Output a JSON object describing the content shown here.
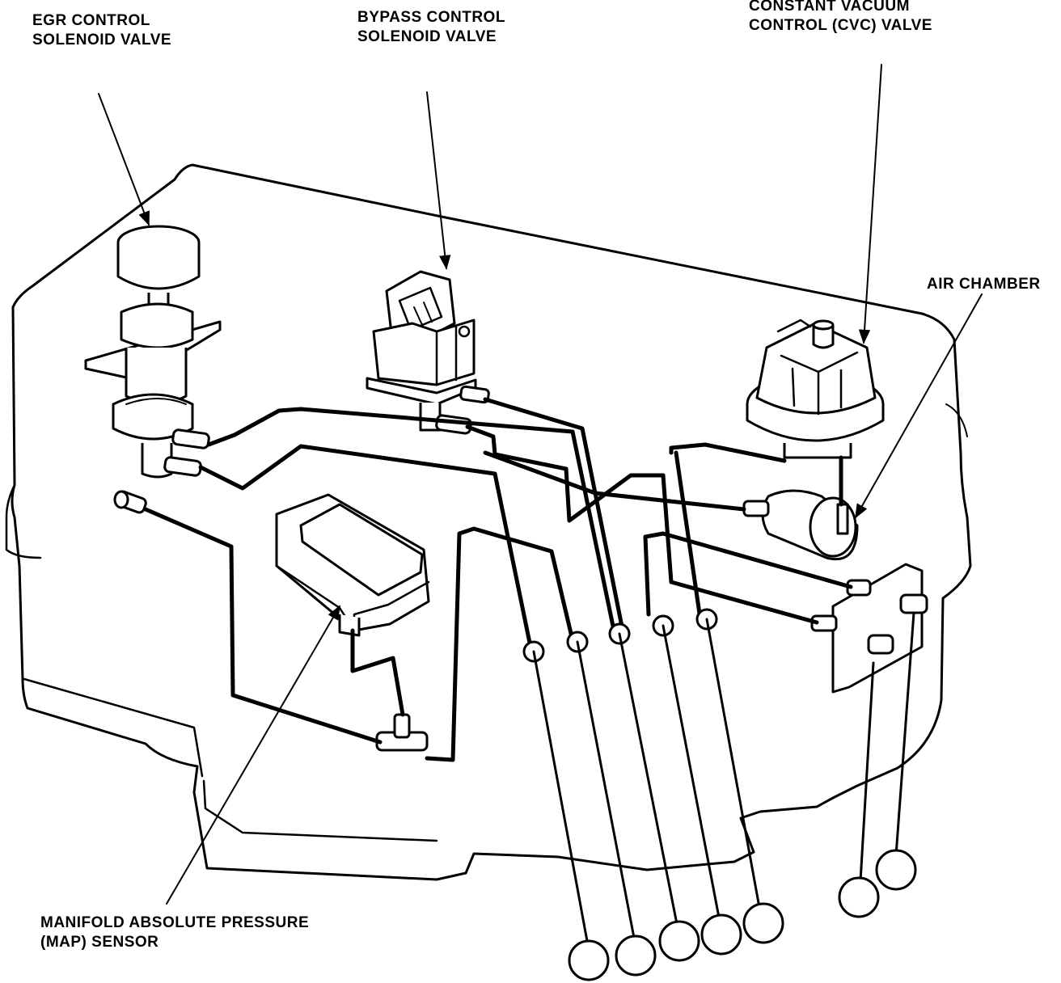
{
  "labels": {
    "egr": [
      "EGR CONTROL",
      "SOLENOID VALVE"
    ],
    "bypass": [
      "BYPASS CONTROL",
      "SOLENOID VALVE"
    ],
    "cvc": [
      "CONSTANT VACUUM",
      "CONTROL (CVC) VALVE"
    ],
    "air_chamber": [
      "AIR CHAMBER"
    ],
    "map": [
      "MANIFOLD ABSOLUTE PRESSURE",
      "(MAP) SENSOR"
    ]
  },
  "colors": {
    "ink": "#000000",
    "paper": "#ffffff"
  }
}
